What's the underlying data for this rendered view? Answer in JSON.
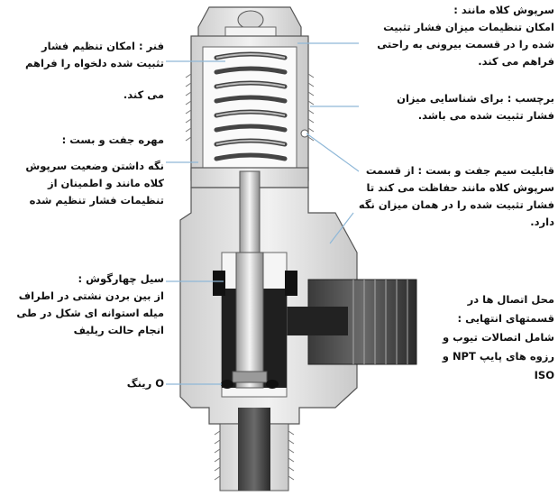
{
  "labels": {
    "cap_screw": {
      "title": "سرپوش کلاه مانند :",
      "body": "امکان تنظیمات میزان فشار تثبیت شده را در قسمت بیرونی به راحتی فراهم می کند."
    },
    "spring": {
      "title": "فنر : امکان تنظیم فشار",
      "body": "تثبیت شده دلخواه را فراهم",
      "body2": "می کند."
    },
    "tag": {
      "title": "برچسب : برای شناسایی میزان",
      "body": "فشار تثبیت شده می باشد."
    },
    "lock_nut": {
      "title": "مهره جفت و بست :",
      "body": "نگه داشتن وضعیت سرپوش کلاه مانند و اطمینان از تنظیمات فشار تنظیم شده"
    },
    "lock_wire": {
      "title": "قابلیت سیم جفت و بست : از قسمت",
      "body": "سرپوش کلاه مانند حفاظت می کند تا فشار تثبیت شده را در همان میزان نگه دارد."
    },
    "quad_seal": {
      "title": "سیل چهارگوش :",
      "body": "از بین بردن نشتی در اطراف میله استوانه ای شکل در طی انجام حالت ریلیف"
    },
    "end_connections": {
      "title": "محل اتصال ها در قسمتهای انتهایی :",
      "body": "شامل اتصالات تیوب و رزوه های پایپ NPT و ISO"
    },
    "o_ring": {
      "title": "O رینگ"
    }
  },
  "colors": {
    "metal_light": "#e9e9e9",
    "metal_mid": "#bdbdbd",
    "metal_dark": "#8a8a8a",
    "seal_black": "#1b1b1b",
    "leader": "#8fb8d8"
  }
}
